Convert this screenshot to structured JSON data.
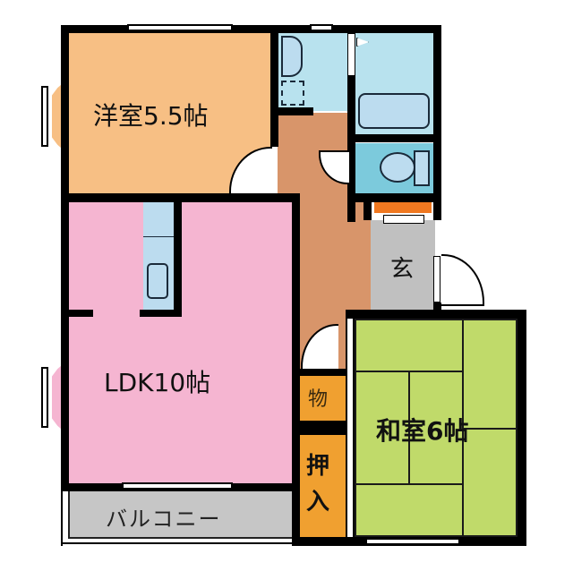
{
  "floor_plan": {
    "rooms": {
      "western_room": {
        "label": "洋室5.5帖",
        "color": "#f7bf84"
      },
      "ldk": {
        "label": "LDK10帖",
        "color": "#f5b5d1"
      },
      "japanese_room": {
        "label": "和室6帖",
        "color": "#c0da6a"
      },
      "entrance": {
        "label": "玄",
        "color": "#c0c0c0"
      },
      "storage": {
        "label": "物",
        "color": "#f0a030"
      },
      "closet": {
        "label": "押入",
        "label_top": "押",
        "label_bottom": "入",
        "color": "#f0a030"
      },
      "balcony": {
        "label": "バルコニー",
        "color": "#c6c6c6"
      },
      "hallway": {
        "color": "#d8956a"
      },
      "washroom": {
        "color": "#b8e2ee"
      },
      "bathroom": {
        "color": "#b8e2ee"
      },
      "toilet": {
        "color": "#7ccadc"
      },
      "shoe_cabinet": {
        "color": "#f07820"
      }
    },
    "colors": {
      "wall": "#000000",
      "fixture_fill": "#bcdcef",
      "fixture_stroke": "#1a2a3a"
    }
  }
}
